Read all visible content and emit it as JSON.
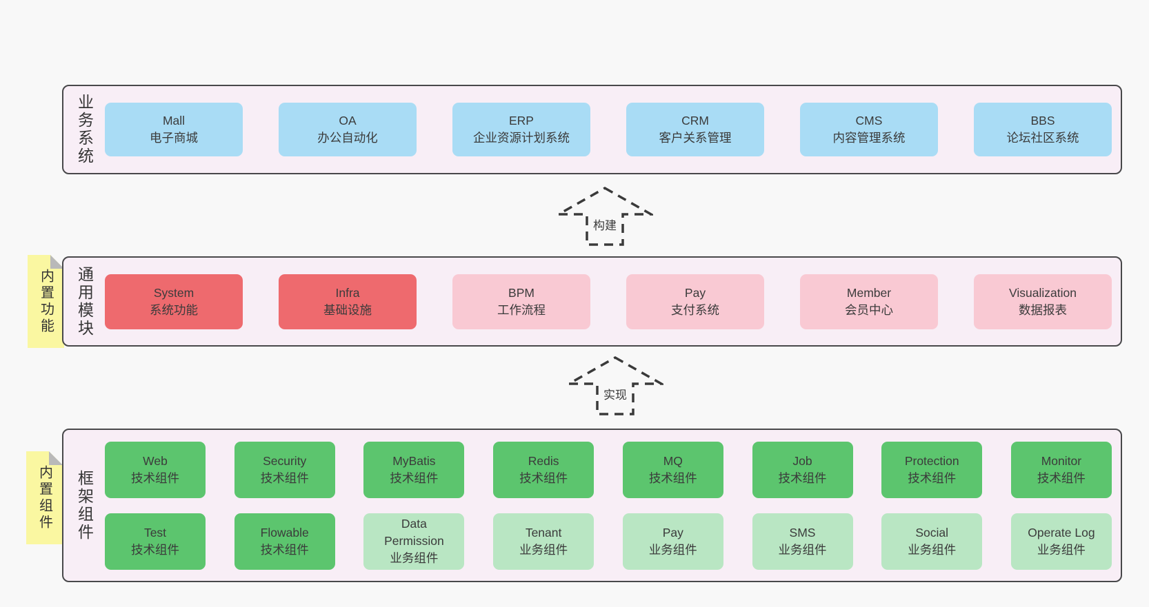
{
  "palette": {
    "page_bg": "#f8f8f8",
    "panel_bg": "#f8eef6",
    "panel_border": "#48484a",
    "node_blue": "#a9dcf5",
    "node_red": "#ee6a6e",
    "node_pink": "#f9c9d3",
    "node_green_dark": "#5cc56e",
    "node_green_light": "#b9e6c3",
    "note_yellow": "#faf7a1",
    "note_fold_gray": "#b9b9b9",
    "arrow_stroke": "#3a3a3a",
    "text": "#3b3b3b"
  },
  "arrows": {
    "build": "构建",
    "implement": "实现"
  },
  "layers": {
    "business": {
      "label": "业务系统",
      "boxes": [
        {
          "title": "Mall",
          "subtitle": "电子商城"
        },
        {
          "title": "OA",
          "subtitle": "办公自动化"
        },
        {
          "title": "ERP",
          "subtitle": "企业资源计划系统"
        },
        {
          "title": "CRM",
          "subtitle": "客户关系管理"
        },
        {
          "title": "CMS",
          "subtitle": "内容管理系统"
        },
        {
          "title": "BBS",
          "subtitle": "论坛社区系统"
        }
      ]
    },
    "modules": {
      "label": "通用模块",
      "note": "内置功能",
      "boxes": [
        {
          "title": "System",
          "subtitle": "系统功能"
        },
        {
          "title": "Infra",
          "subtitle": "基础设施"
        },
        {
          "title": "BPM",
          "subtitle": "工作流程"
        },
        {
          "title": "Pay",
          "subtitle": "支付系统"
        },
        {
          "title": "Member",
          "subtitle": "会员中心"
        },
        {
          "title": "Visualization",
          "subtitle": "数据报表"
        }
      ]
    },
    "components": {
      "label": "框架组件",
      "note": "内置组件",
      "row1": [
        {
          "title": "Web",
          "subtitle": "技术组件"
        },
        {
          "title": "Security",
          "subtitle": "技术组件"
        },
        {
          "title": "MyBatis",
          "subtitle": "技术组件"
        },
        {
          "title": "Redis",
          "subtitle": "技术组件"
        },
        {
          "title": "MQ",
          "subtitle": "技术组件"
        },
        {
          "title": "Job",
          "subtitle": "技术组件"
        },
        {
          "title": "Protection",
          "subtitle": "技术组件"
        },
        {
          "title": "Monitor",
          "subtitle": "技术组件"
        }
      ],
      "row2": [
        {
          "title": "Test",
          "subtitle": "技术组件"
        },
        {
          "title": "Flowable",
          "subtitle": "技术组件"
        },
        {
          "title": "Data Permission",
          "subtitle": "业务组件"
        },
        {
          "title": "Tenant",
          "subtitle": "业务组件"
        },
        {
          "title": "Pay",
          "subtitle": "业务组件"
        },
        {
          "title": "SMS",
          "subtitle": "业务组件"
        },
        {
          "title": "Social",
          "subtitle": "业务组件"
        },
        {
          "title": "Operate Log",
          "subtitle": "业务组件"
        }
      ]
    }
  }
}
